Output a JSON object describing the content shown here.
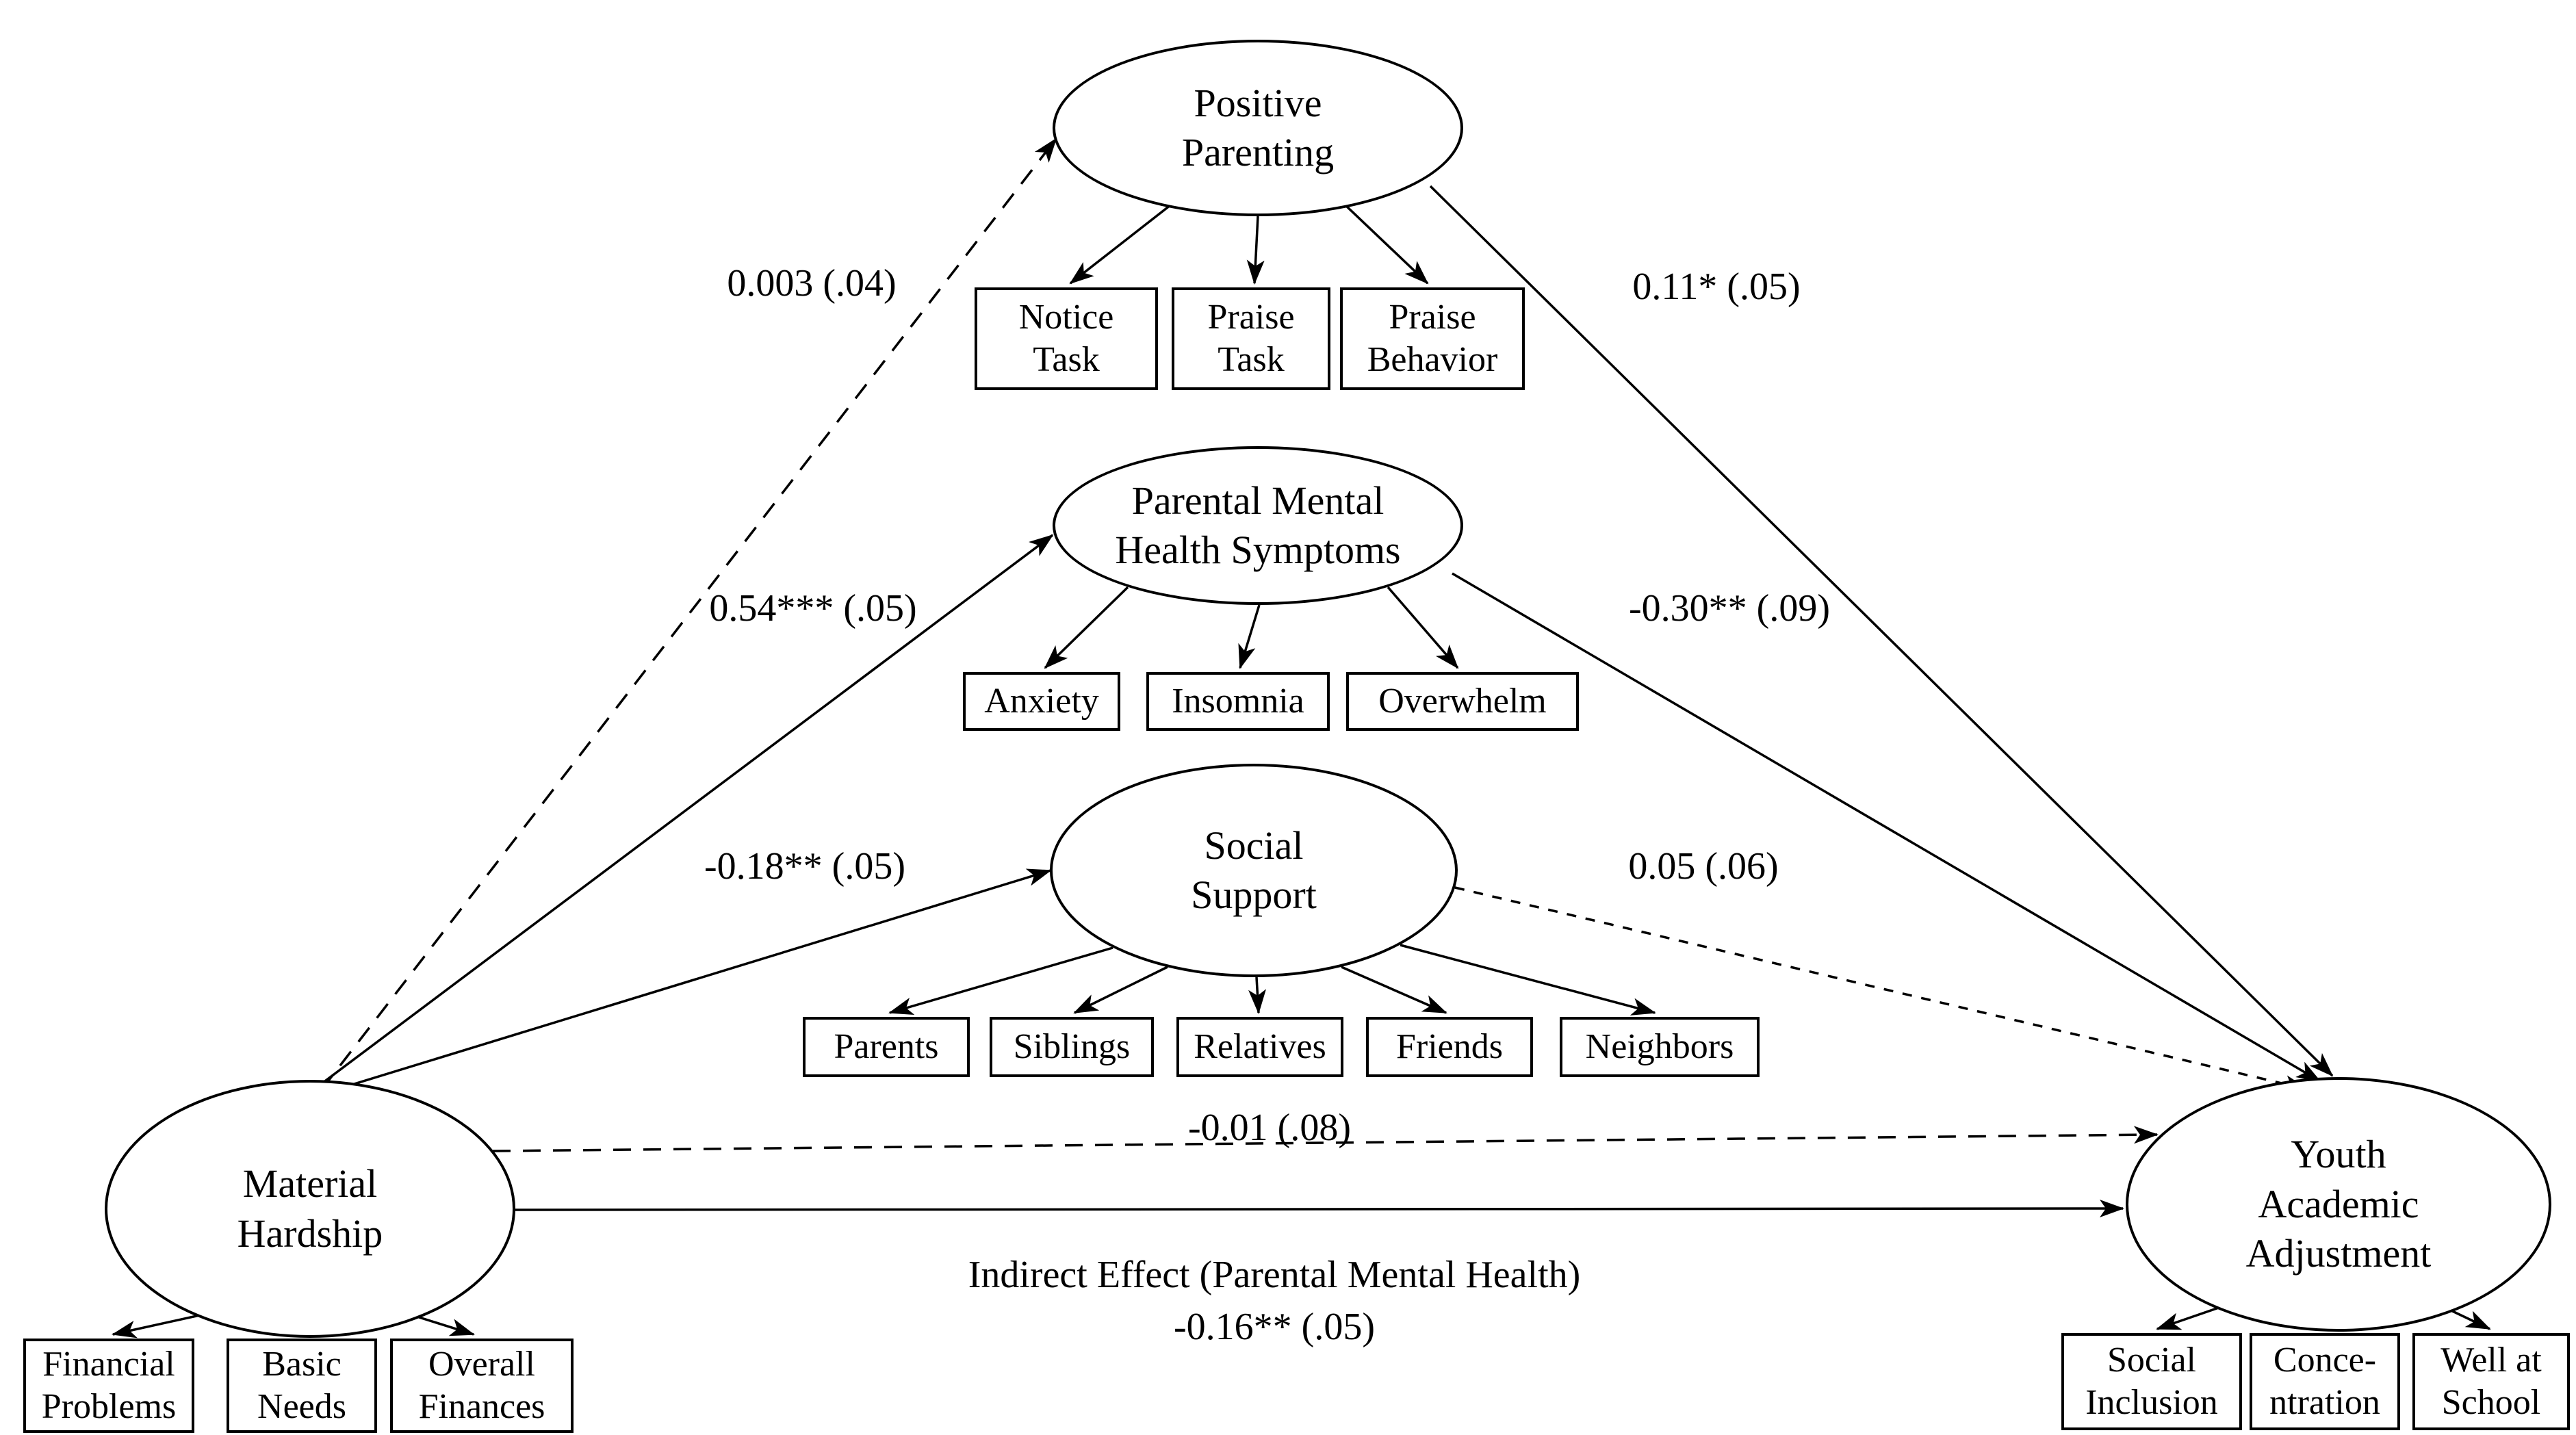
{
  "colors": {
    "ink": "#000000",
    "background": "#ffffff"
  },
  "latents": [
    {
      "name": "positive-parenting",
      "lines": [
        "Positive",
        "Parenting"
      ]
    },
    {
      "name": "parental-mental-health-symptoms",
      "lines": [
        "Parental Mental",
        "Health Symptoms"
      ]
    },
    {
      "name": "social-support",
      "lines": [
        "Social",
        "Support"
      ]
    },
    {
      "name": "material-hardship",
      "lines": [
        "Material",
        "Hardship"
      ]
    },
    {
      "name": "youth-academic-adjustment",
      "lines": [
        "Youth",
        "Academic",
        "Adjustment"
      ]
    }
  ],
  "indicators": [
    {
      "latent": "positive-parenting",
      "name": "notice-task",
      "lines": [
        "Notice",
        "Task"
      ]
    },
    {
      "latent": "positive-parenting",
      "name": "praise-task",
      "lines": [
        "Praise",
        "Task"
      ]
    },
    {
      "latent": "positive-parenting",
      "name": "praise-behavior",
      "lines": [
        "Praise",
        "Behavior"
      ]
    },
    {
      "latent": "parental-mental-health-symptoms",
      "name": "anxiety",
      "lines": [
        "Anxiety"
      ]
    },
    {
      "latent": "parental-mental-health-symptoms",
      "name": "insomnia",
      "lines": [
        "Insomnia"
      ]
    },
    {
      "latent": "parental-mental-health-symptoms",
      "name": "overwhelm",
      "lines": [
        "Overwhelm"
      ]
    },
    {
      "latent": "social-support",
      "name": "parents",
      "lines": [
        "Parents"
      ]
    },
    {
      "latent": "social-support",
      "name": "siblings",
      "lines": [
        "Siblings"
      ]
    },
    {
      "latent": "social-support",
      "name": "relatives",
      "lines": [
        "Relatives"
      ]
    },
    {
      "latent": "social-support",
      "name": "friends",
      "lines": [
        "Friends"
      ]
    },
    {
      "latent": "social-support",
      "name": "neighbors",
      "lines": [
        "Neighbors"
      ]
    },
    {
      "latent": "material-hardship",
      "name": "financial-problems",
      "lines": [
        "Financial",
        "Problems"
      ]
    },
    {
      "latent": "material-hardship",
      "name": "basic-needs",
      "lines": [
        "Basic",
        "Needs"
      ]
    },
    {
      "latent": "material-hardship",
      "name": "overall-finances",
      "lines": [
        "Overall",
        "Finances"
      ]
    },
    {
      "latent": "youth-academic-adjustment",
      "name": "social-inclusion",
      "lines": [
        "Social",
        "Inclusion"
      ]
    },
    {
      "latent": "youth-academic-adjustment",
      "name": "concentration",
      "lines": [
        "Conce-",
        "ntration"
      ]
    },
    {
      "latent": "youth-academic-adjustment",
      "name": "well-at-school",
      "lines": [
        "Well at",
        "School"
      ]
    }
  ],
  "paths": [
    {
      "from": "material-hardship",
      "to": "positive-parenting",
      "style": "dashed",
      "label": "0.003 (.04)"
    },
    {
      "from": "material-hardship",
      "to": "parental-mental-health-symptoms",
      "style": "solid",
      "label": "0.54*** (.05)"
    },
    {
      "from": "material-hardship",
      "to": "social-support",
      "style": "solid",
      "label": "-0.18** (.05)"
    },
    {
      "from": "positive-parenting",
      "to": "youth-academic-adjustment",
      "style": "solid",
      "label": "0.11* (.05)"
    },
    {
      "from": "parental-mental-health-symptoms",
      "to": "youth-academic-adjustment",
      "style": "solid",
      "label": "-0.30** (.09)"
    },
    {
      "from": "social-support",
      "to": "youth-academic-adjustment",
      "style": "dashed",
      "label": "0.05 (.06)"
    },
    {
      "from": "material-hardship",
      "to": "youth-academic-adjustment",
      "style": "dashed",
      "label": "-0.01 (.08)"
    },
    {
      "from": "material-hardship",
      "to": "youth-academic-adjustment",
      "style": "solid",
      "label": ""
    }
  ],
  "indirect_effect": {
    "title": "Indirect Effect (Parental Mental Health)",
    "value": "-0.16** (.05)"
  }
}
